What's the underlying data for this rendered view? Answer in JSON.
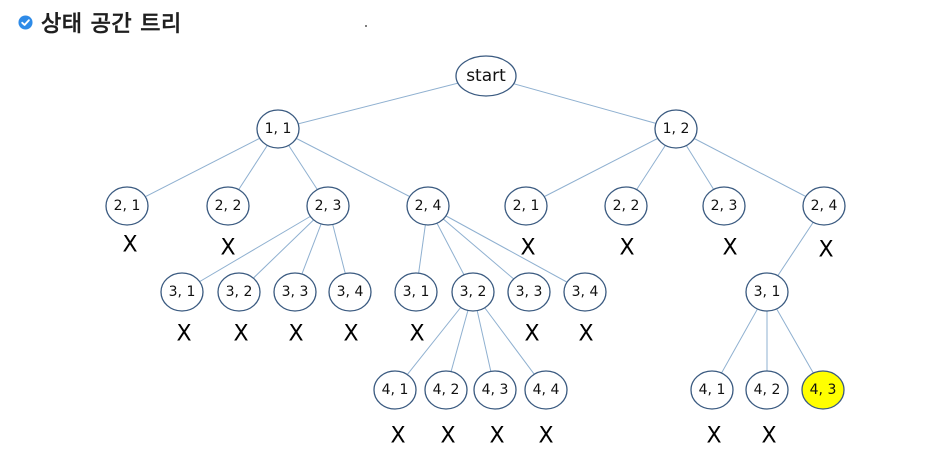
{
  "header": {
    "title": "상태 공간 트리",
    "icon": "check-circle-icon",
    "icon_color": "#2e8be8",
    "dot": "."
  },
  "colors": {
    "edge": "#8fb0d0",
    "node_stroke": "#3a5a80",
    "highlight": "#ffff00"
  },
  "tree": {
    "root": "start",
    "nodes": [
      {
        "id": "s",
        "label": "start"
      },
      {
        "id": "a",
        "label": "1, 1",
        "parent": "s"
      },
      {
        "id": "b",
        "label": "1, 2",
        "parent": "s"
      },
      {
        "id": "a1",
        "label": "2, 1",
        "parent": "a",
        "x": "X"
      },
      {
        "id": "a2",
        "label": "2, 2",
        "parent": "a",
        "x": "X"
      },
      {
        "id": "a3",
        "label": "2, 3",
        "parent": "a"
      },
      {
        "id": "a4",
        "label": "2, 4",
        "parent": "a"
      },
      {
        "id": "b1",
        "label": "2, 1",
        "parent": "b",
        "x": "X"
      },
      {
        "id": "b2",
        "label": "2, 2",
        "parent": "b",
        "x": "X"
      },
      {
        "id": "b3",
        "label": "2, 3",
        "parent": "b",
        "x": "X"
      },
      {
        "id": "b4",
        "label": "2, 4",
        "parent": "b",
        "x": "X"
      },
      {
        "id": "c1",
        "label": "3, 1",
        "parent": "a3",
        "x": "X"
      },
      {
        "id": "c2",
        "label": "3, 2",
        "parent": "a3",
        "x": "X"
      },
      {
        "id": "c3",
        "label": "3, 3",
        "parent": "a3",
        "x": "X"
      },
      {
        "id": "c4",
        "label": "3, 4",
        "parent": "a3",
        "x": "X"
      },
      {
        "id": "d1",
        "label": "3, 1",
        "parent": "a4",
        "x": "X"
      },
      {
        "id": "d2",
        "label": "3, 2",
        "parent": "a4"
      },
      {
        "id": "d3",
        "label": "3, 3",
        "parent": "a4",
        "x": "X"
      },
      {
        "id": "d4",
        "label": "3, 4",
        "parent": "a4",
        "x": "X"
      },
      {
        "id": "e1",
        "label": "3, 1",
        "parent": "b4"
      },
      {
        "id": "f1",
        "label": "4, 1",
        "parent": "d2",
        "x": "X"
      },
      {
        "id": "f2",
        "label": "4, 2",
        "parent": "d2",
        "x": "X"
      },
      {
        "id": "f3",
        "label": "4, 3",
        "parent": "d2",
        "x": "X"
      },
      {
        "id": "f4",
        "label": "4, 4",
        "parent": "d2",
        "x": "X"
      },
      {
        "id": "g1",
        "label": "4, 1",
        "parent": "e1",
        "x": "X"
      },
      {
        "id": "g2",
        "label": "4, 2",
        "parent": "e1",
        "x": "X"
      },
      {
        "id": "g3",
        "label": "4, 3",
        "parent": "e1",
        "highlight": true
      }
    ]
  }
}
